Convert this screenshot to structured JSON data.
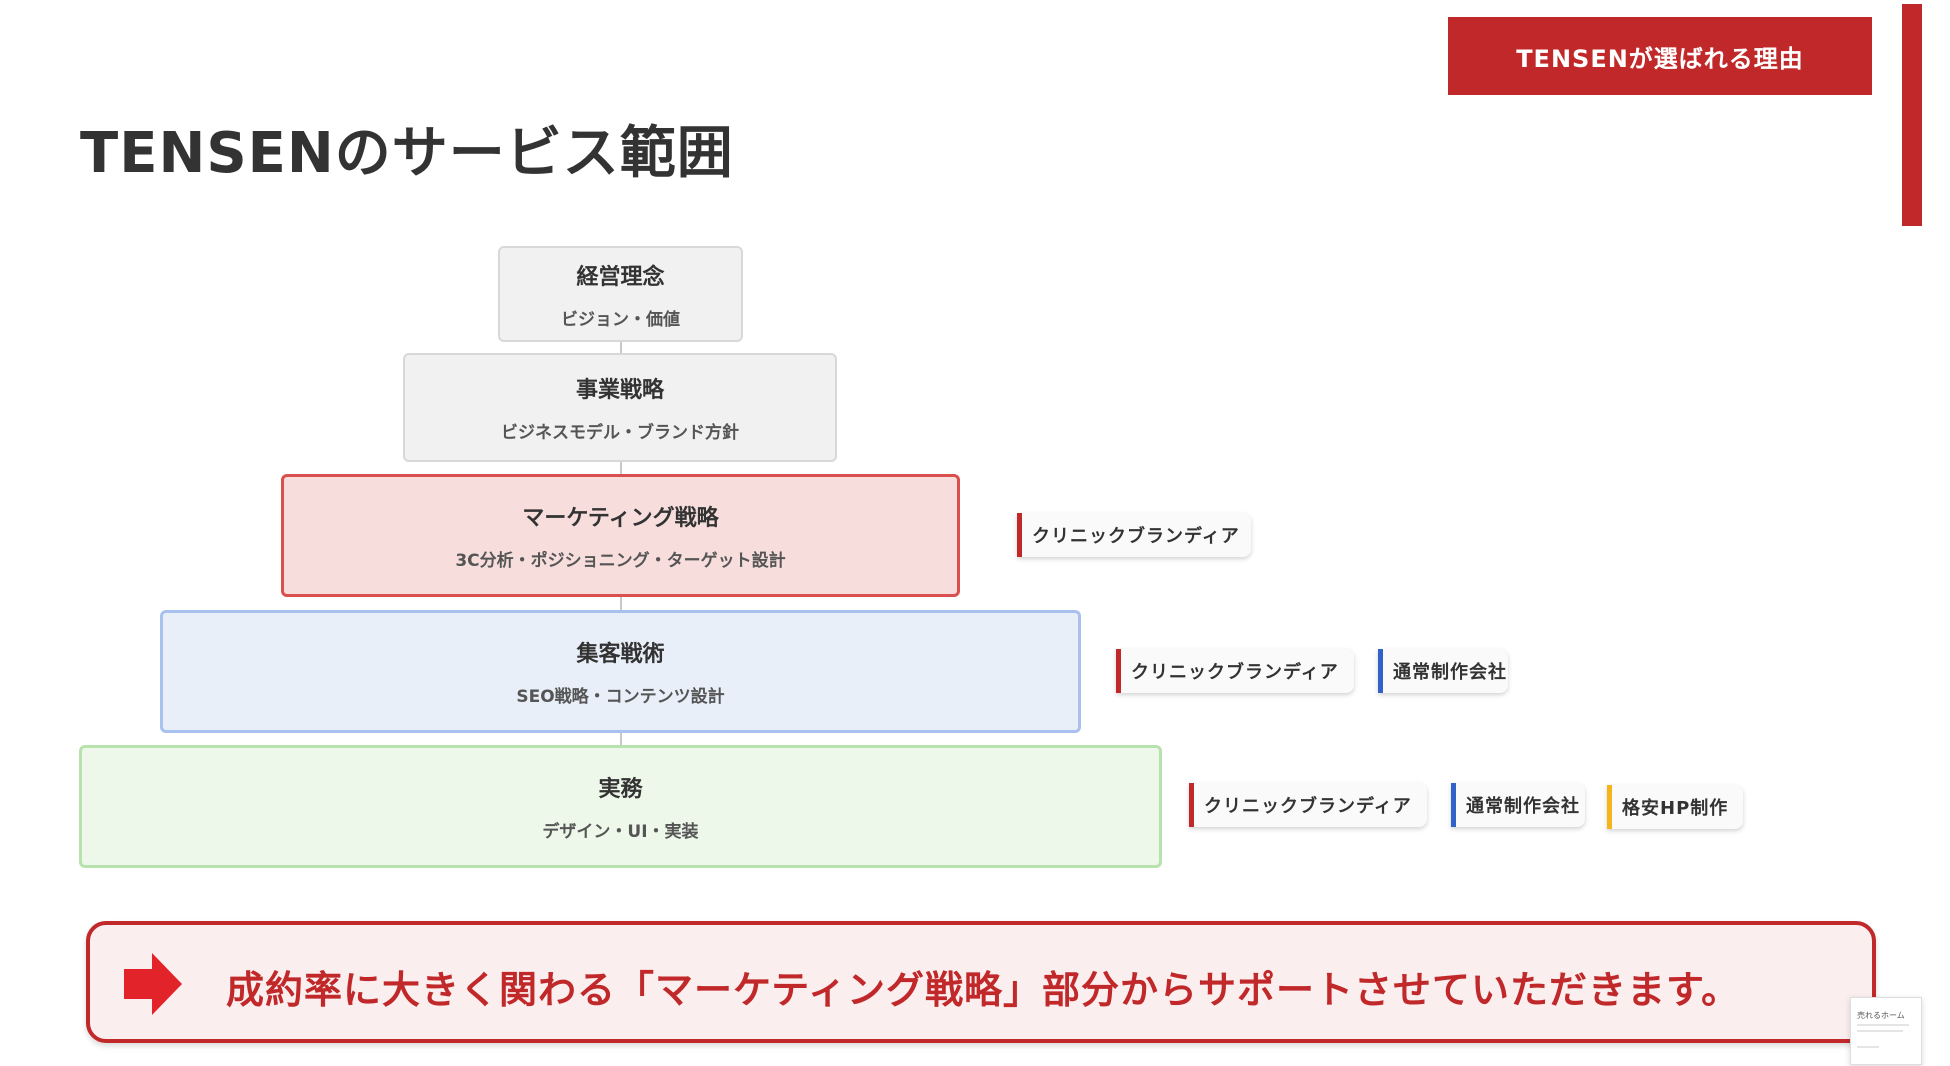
{
  "header": {
    "tab_label": "TENSENが選ばれる理由",
    "page_title": "TENSENのサービス範囲"
  },
  "pyramid": {
    "tiers": [
      {
        "title": "経営理念",
        "subtitle": "ビジョン・価値"
      },
      {
        "title": "事業戦略",
        "subtitle": "ビジネスモデル・ブランド方針"
      },
      {
        "title": "マーケティング戦略",
        "subtitle": "3C分析・ポジショニング・ターゲット設計"
      },
      {
        "title": "集客戦術",
        "subtitle": "SEO戦略・コンテンツ設計"
      },
      {
        "title": "実務",
        "subtitle": "デザイン・UI・実装"
      }
    ]
  },
  "tags": {
    "marketing": [
      "クリニックブランディア"
    ],
    "attraction": [
      "クリニックブランディア",
      "通常制作会社"
    ],
    "practice": [
      "クリニックブランディア",
      "通常制作会社",
      "格安HP制作"
    ]
  },
  "banner": {
    "text": "成約率に大きく関わる「マーケティング戦略」部分からサポートさせていただきます。"
  },
  "thumbnail": {
    "text": "売れるホーム"
  },
  "colors": {
    "accent_red": "#c0282a",
    "tag_blue": "#3062c8",
    "tag_yellow": "#f4b41a",
    "marketing_fill": "#f7dedd",
    "attraction_fill": "#e9eff9",
    "practice_fill": "#eef8ea"
  }
}
